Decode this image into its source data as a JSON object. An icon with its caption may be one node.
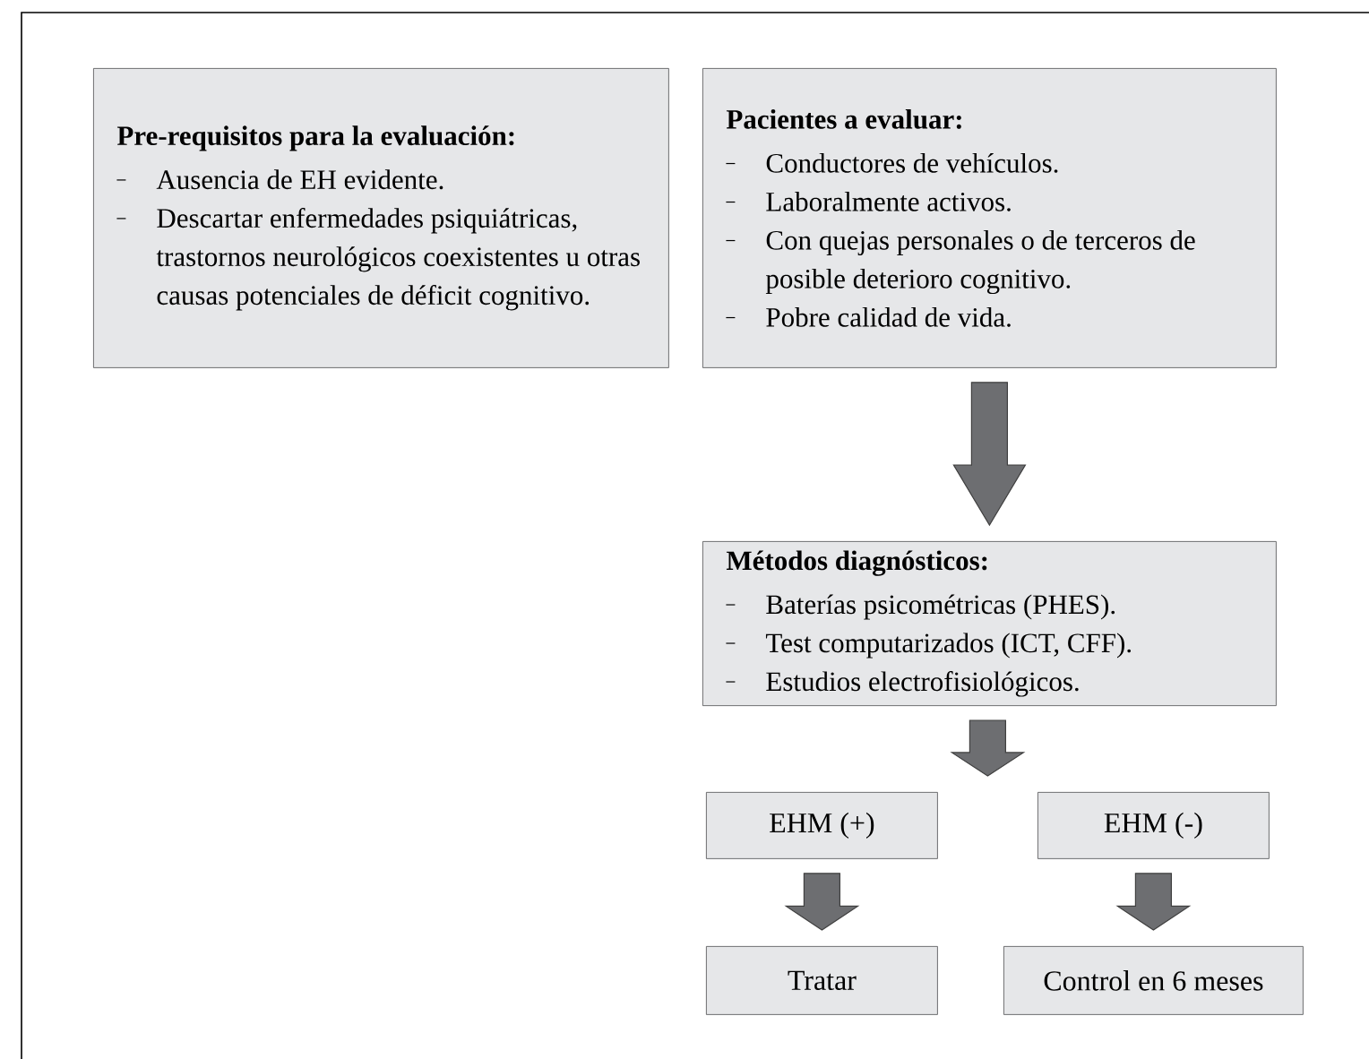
{
  "diagram": {
    "nodes": [
      {
        "text": [
          "Pre-requisitos para la evaluación:",
          "Ausencia de EH evidente.",
          "Descartar enfermedades psiquiátricas, trastornos neurológicos coexistentes u otras causas potenciales de déficit cognitivo."
        ]
      },
      {
        "text": [
          "Pacientes a evaluar:",
          "Conductores de vehículos.",
          "Laboralmente activos.",
          "Con quejas personales o de terceros de posible deterioro cognitivo.",
          "Pobre calidad de vida."
        ]
      },
      {
        "text": [
          "Métodos diagnósticos:",
          "Baterías psicométricas (PHES).",
          "Test computarizados (ICT, CFF).",
          "Estudios electrofisiológicos."
        ]
      },
      {
        "text": [
          "EHM (+)"
        ]
      },
      {
        "text": [
          "EHM (-)"
        ]
      },
      {
        "text": [
          "Tratar"
        ]
      },
      {
        "text": [
          "Control en 6 meses"
        ]
      }
    ],
    "edges": [
      {
        "from": 1,
        "to": 2,
        "arrow": "to"
      },
      {
        "from": 2,
        "to": 3,
        "arrow": "to"
      },
      {
        "from": 2,
        "to": 4,
        "arrow": "to"
      },
      {
        "from": 3,
        "to": 5,
        "arrow": "to"
      },
      {
        "from": 4,
        "to": 6,
        "arrow": "to"
      }
    ]
  }
}
